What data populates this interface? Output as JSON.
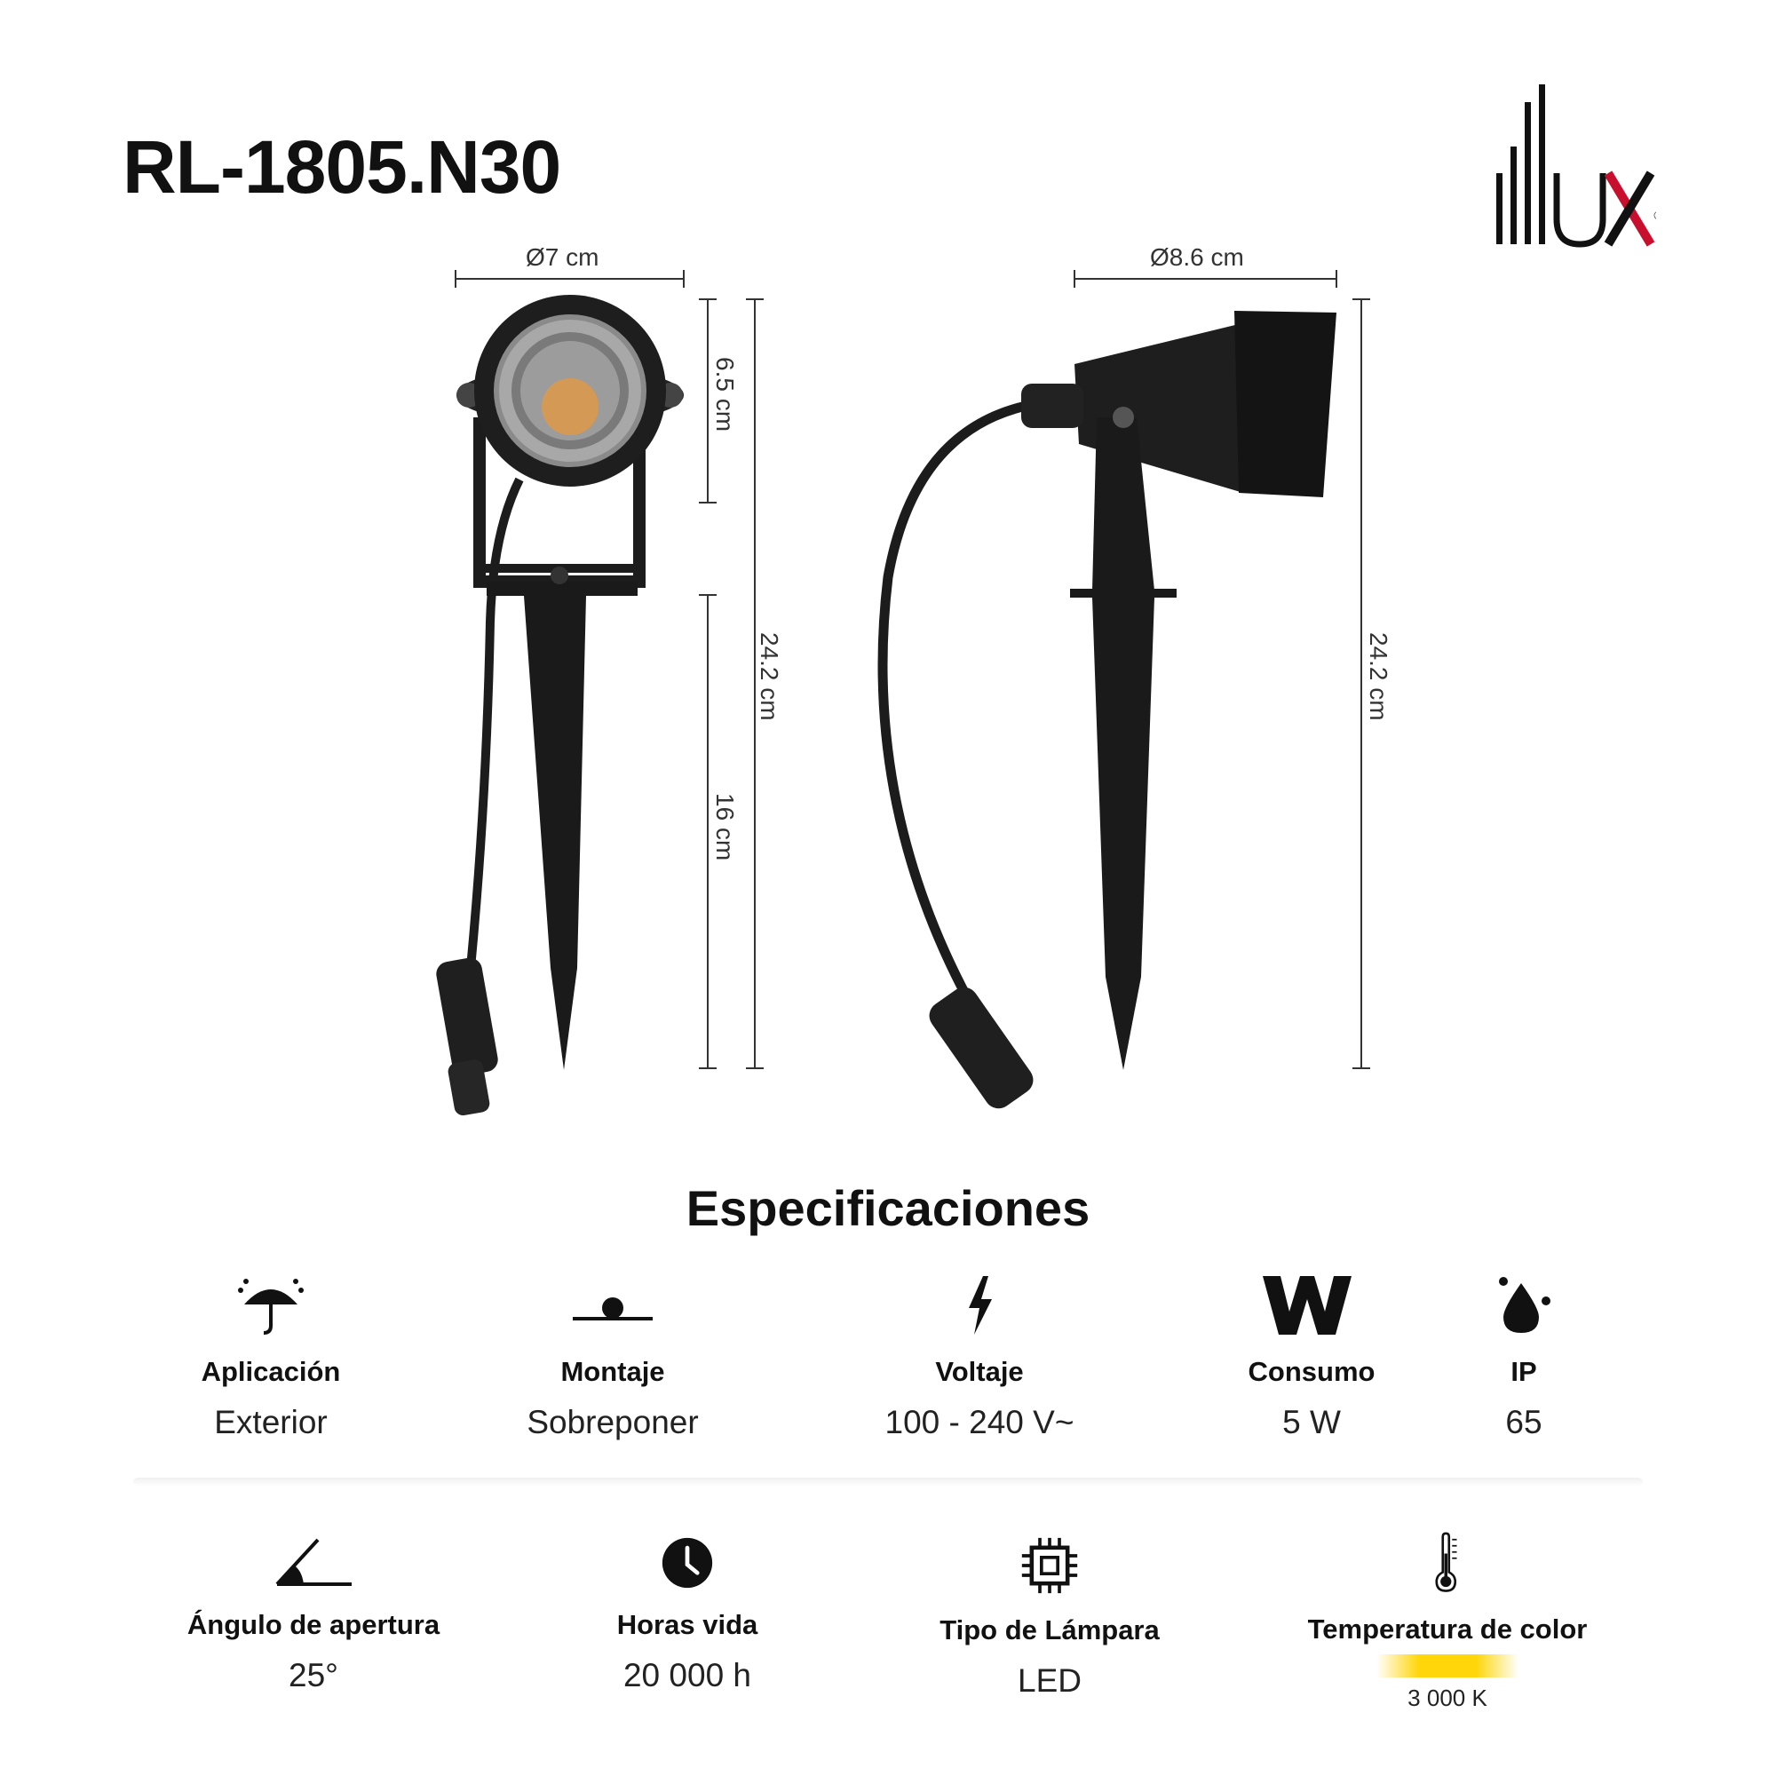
{
  "product": {
    "code": "RL-1805.N30"
  },
  "brand": {
    "logo_text": "illux"
  },
  "dimensions": {
    "front_width": "Ø7 cm",
    "side_width": "Ø8.6 cm",
    "head_height": "6.5 cm",
    "stake_height": "16 cm",
    "total_height_front": "24.2 cm",
    "total_height_side": "24.2 cm"
  },
  "specs_title": "Especificaciones",
  "specs": [
    {
      "label": "Aplicación",
      "value": "Exterior",
      "icon": "umbrella-rain-icon"
    },
    {
      "label": "Montaje",
      "value": "Sobreponer",
      "icon": "surface-mount-icon"
    },
    {
      "label": "Voltaje",
      "value": "100 - 240 V~",
      "icon": "lightning-icon"
    },
    {
      "label": "Consumo",
      "value": "5 W",
      "icon": "watt-icon"
    },
    {
      "label": "IP",
      "value": "65",
      "icon": "water-drop-icon"
    },
    {
      "label": "Ángulo de apertura",
      "value": "25°",
      "icon": "angle-icon"
    },
    {
      "label": "Horas vida",
      "value": "20 000 h",
      "icon": "clock-icon"
    },
    {
      "label": "Tipo de Lámpara",
      "value": "LED",
      "icon": "chip-icon"
    },
    {
      "label": "Temperatura de color",
      "value": "3 000 K",
      "icon": "thermometer-icon"
    }
  ],
  "colors": {
    "accent": "#c8102e",
    "bar": "#ffd60a",
    "ink": "#111111"
  }
}
